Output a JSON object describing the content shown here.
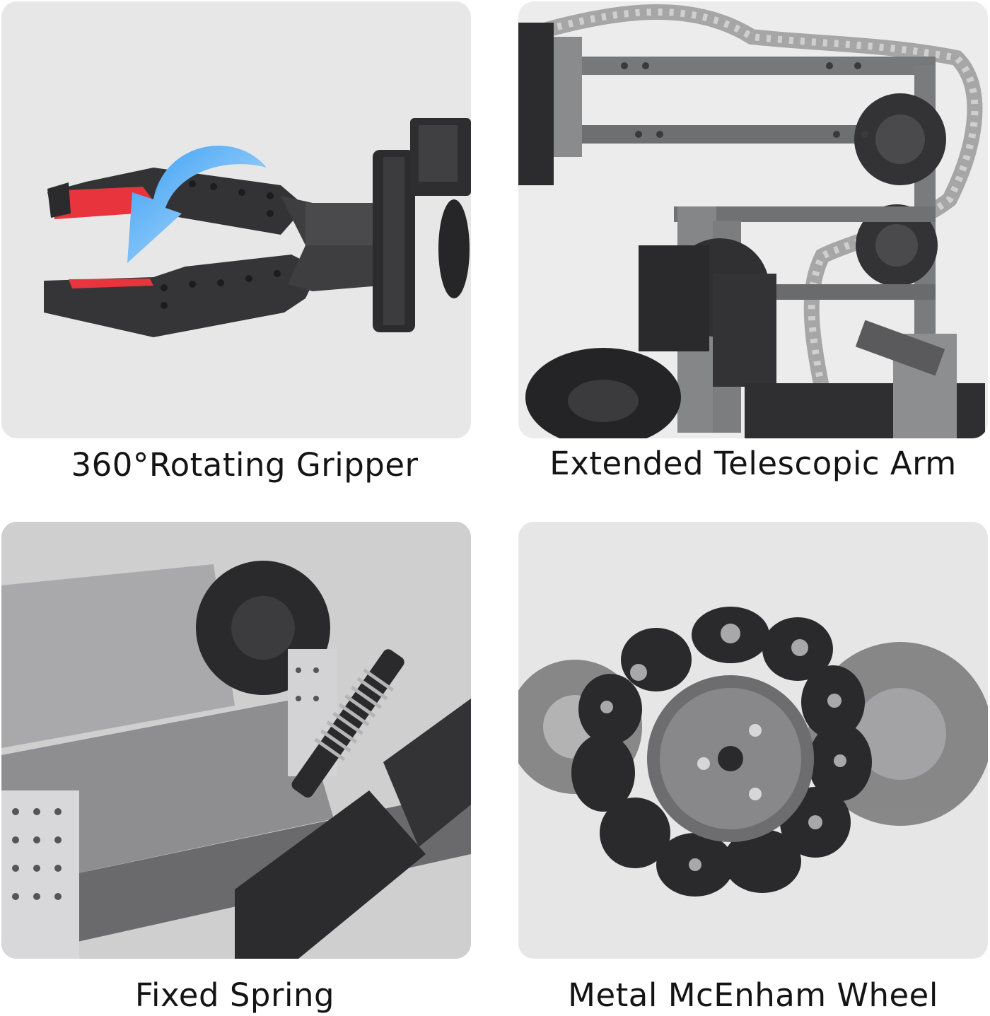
{
  "panels": [
    {
      "caption": "360°Rotating Gripper",
      "image": "robot-gripper-photo"
    },
    {
      "caption": "Extended Telescopic Arm",
      "image": "telescopic-arm-photo"
    },
    {
      "caption": "Fixed Spring",
      "image": "spring-suspension-photo"
    },
    {
      "caption": "Metal McEnham Wheel",
      "image": "mecanum-wheel-photo"
    }
  ],
  "colors": {
    "tile_background": "#e7e7e7",
    "gripper_pad_red": "#e8343c",
    "rotation_arrow_blue": "#2f8fe6",
    "metal_dark": "#3a3a3c",
    "caption_text": "#141414"
  }
}
